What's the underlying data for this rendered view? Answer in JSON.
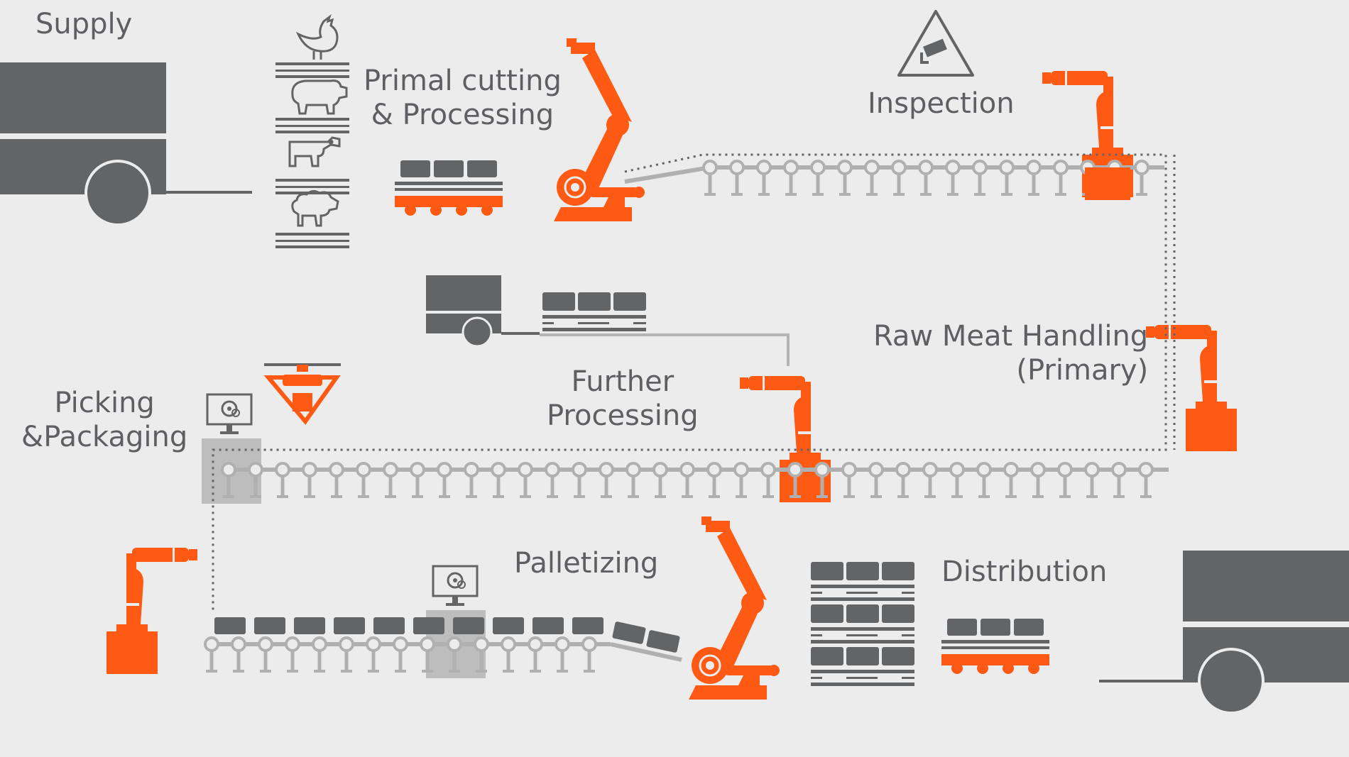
{
  "labels": {
    "supply": "Supply",
    "primal": [
      "Primal cutting",
      "& Processing"
    ],
    "inspection": "Inspection",
    "raw": [
      "Raw Meat Handling",
      "(Primary)"
    ],
    "further": [
      "Further",
      "Processing"
    ],
    "picking": [
      "Picking",
      "&Packaging"
    ],
    "palletizing": "Palletizing",
    "distribution": "Distribution"
  },
  "colors": {
    "orange": "#ff5a14",
    "gray": "#636466",
    "lightGray": "#b4b4b4",
    "background": "#ececec"
  },
  "icons": {
    "animals": [
      "chicken-icon",
      "pig-icon",
      "cow-icon",
      "sheep-icon"
    ],
    "inspection": "camera-warning-icon",
    "controller": "gear-monitor-icon"
  }
}
